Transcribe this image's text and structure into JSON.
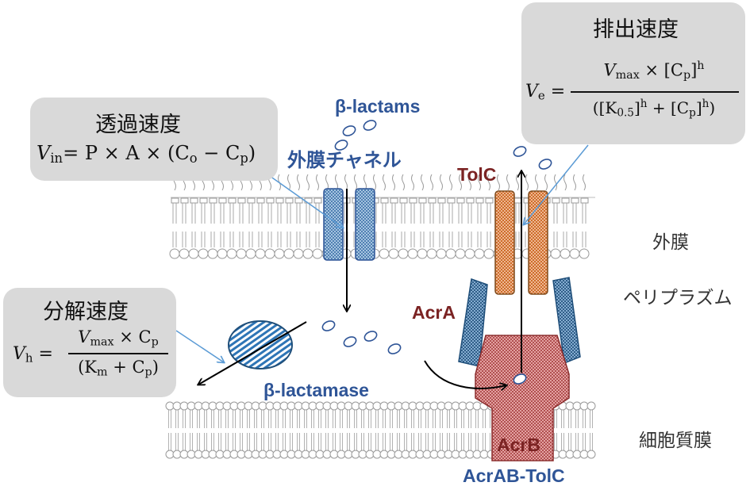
{
  "boxes": {
    "permeation": {
      "title": "透過速度",
      "v_sub": "in",
      "rhs": "= P × A × (C",
      "co_sub": "o",
      "minus": " − C",
      "cp_sub": "p",
      "close": ")"
    },
    "hydrolysis": {
      "title": "分解速度",
      "v_sub": "h",
      "num_vmax_sub": "max",
      "num_rest": " × C",
      "num_cp_sub": "p",
      "den_open": "(K",
      "den_km_sub": "m",
      "den_rest": " + C",
      "den_cp_sub": "p",
      "den_close": ")"
    },
    "efflux": {
      "title": "排出速度",
      "v_sub": "e",
      "num_vmax_sub": "max",
      "num_rest": " × [C",
      "num_cp_sub": "p",
      "num_close": "]",
      "exp": "h",
      "den_open": "([K",
      "den_k_sub": "0.5",
      "den_mid": "]",
      "den_plus": " + [C",
      "den_cp_sub": "p",
      "den_close": "]",
      "den_end": ")"
    }
  },
  "labels": {
    "beta_lactams": "β-lactams",
    "outer_channel": "外膜チャネル",
    "tolc": "TolC",
    "acra": "AcrA",
    "acrb": "AcrB",
    "beta_lactamase": "β-lactamase",
    "acrab_tolc": "AcrAB-TolC",
    "outer_membrane": "外膜",
    "periplasm": "ペリプラズム",
    "inner_membrane": "細胞質膜"
  },
  "colors": {
    "box_bg": "#d9d9d9",
    "label_blue": "#2f5597",
    "label_red": "#7b2323",
    "channel_fill": "#9dc3e6",
    "tolc_fill": "#f4b183",
    "acra_fill": "#5b9bd5",
    "acrb_fill": "#e6a5a5",
    "pointer_line": "#5b9bd5"
  }
}
